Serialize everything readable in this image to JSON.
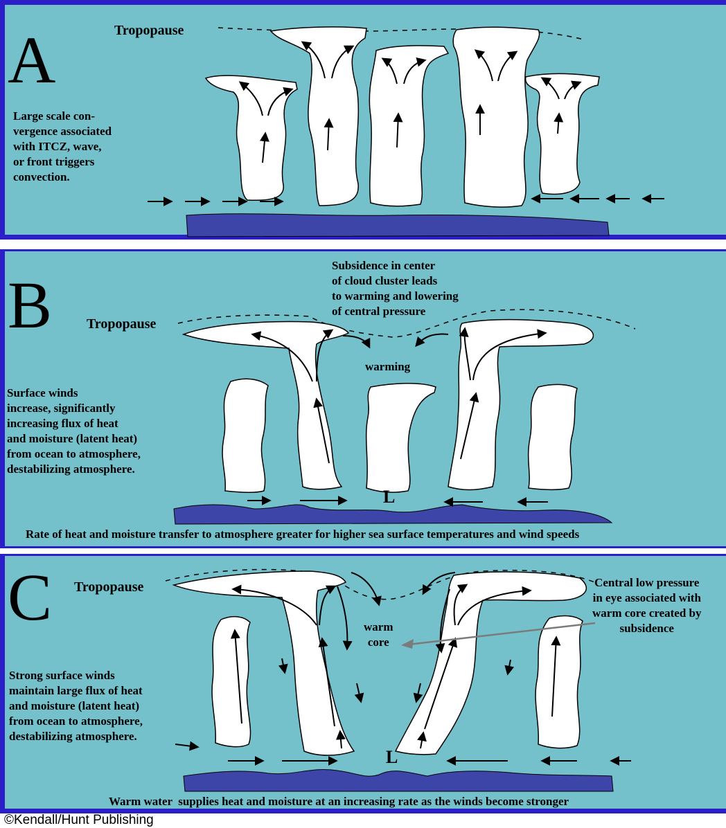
{
  "panel_a": {
    "letter": "A",
    "tropopause": "Tropopause",
    "note": "Large scale con-\nvergence associated\nwith ITCZ, wave,\nor front triggers\nconvection."
  },
  "panel_b": {
    "letter": "B",
    "tropopause": "Tropopause",
    "subsidence": "Subsidence in center\nof cloud cluster leads\nto warming and lowering\nof central pressure",
    "warming": "warming",
    "note": "Surface winds\nincrease, significantly\nincreasing flux of heat\nand moisture (latent heat)\nfrom ocean to atmosphere,\ndestabilizing atmosphere.",
    "low": "L",
    "caption": "Rate of heat and moisture transfer to atmosphere greater for higher sea surface temperatures and wind speeds"
  },
  "panel_c": {
    "letter": "C",
    "tropopause": "Tropopause",
    "warm_core": "warm\ncore",
    "central_low": "Central low pressure\nin eye associated with\nwarm core created by\nsubsidence",
    "note": "Strong surface winds\nmaintain large flux of heat\nand moisture (latent heat)\nfrom ocean to atmosphere,\ndestabilizing atmosphere.",
    "low": "L",
    "caption": "Warm water  supplies heat and moisture at an increasing rate as the winds become stronger"
  },
  "credit": "©Kendall/Hunt Publishing",
  "colors": {
    "border": "#2b1fc8",
    "background": "#74c0cb",
    "ocean": "#3d45a8",
    "cloud": "#ffffff",
    "pointer": "#7b7b7b"
  }
}
